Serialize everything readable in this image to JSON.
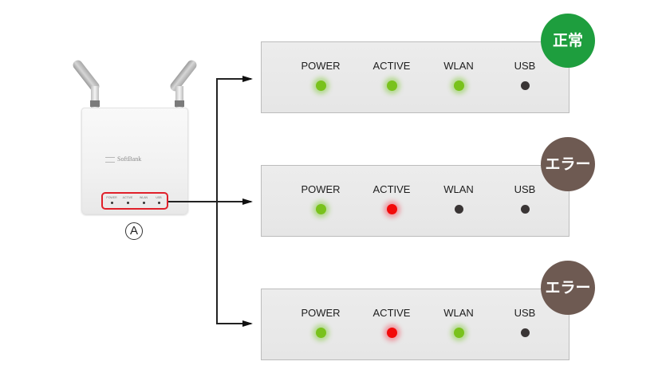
{
  "router": {
    "brand": "SoftBank",
    "label": "A",
    "leds": [
      "POWER",
      "ACTIVE",
      "WLAN",
      "USB"
    ]
  },
  "colors": {
    "normal_badge": "#1e9e3e",
    "error_badge": "#6e5a52",
    "led_green": "#79c21c",
    "led_red": "#f20a0a",
    "led_off": "#3a3535",
    "highlight_box": "#e0202a"
  },
  "panels": [
    {
      "status": "正常",
      "status_type": "normal",
      "leds": [
        {
          "name": "POWER",
          "state": "green"
        },
        {
          "name": "ACTIVE",
          "state": "green"
        },
        {
          "name": "WLAN",
          "state": "green"
        },
        {
          "name": "USB",
          "state": "off"
        }
      ]
    },
    {
      "status": "エラー",
      "status_type": "error",
      "leds": [
        {
          "name": "POWER",
          "state": "green"
        },
        {
          "name": "ACTIVE",
          "state": "red"
        },
        {
          "name": "WLAN",
          "state": "off"
        },
        {
          "name": "USB",
          "state": "off"
        }
      ]
    },
    {
      "status": "エラー",
      "status_type": "error",
      "leds": [
        {
          "name": "POWER",
          "state": "green"
        },
        {
          "name": "ACTIVE",
          "state": "red"
        },
        {
          "name": "WLAN",
          "state": "green"
        },
        {
          "name": "USB",
          "state": "off"
        }
      ]
    }
  ]
}
